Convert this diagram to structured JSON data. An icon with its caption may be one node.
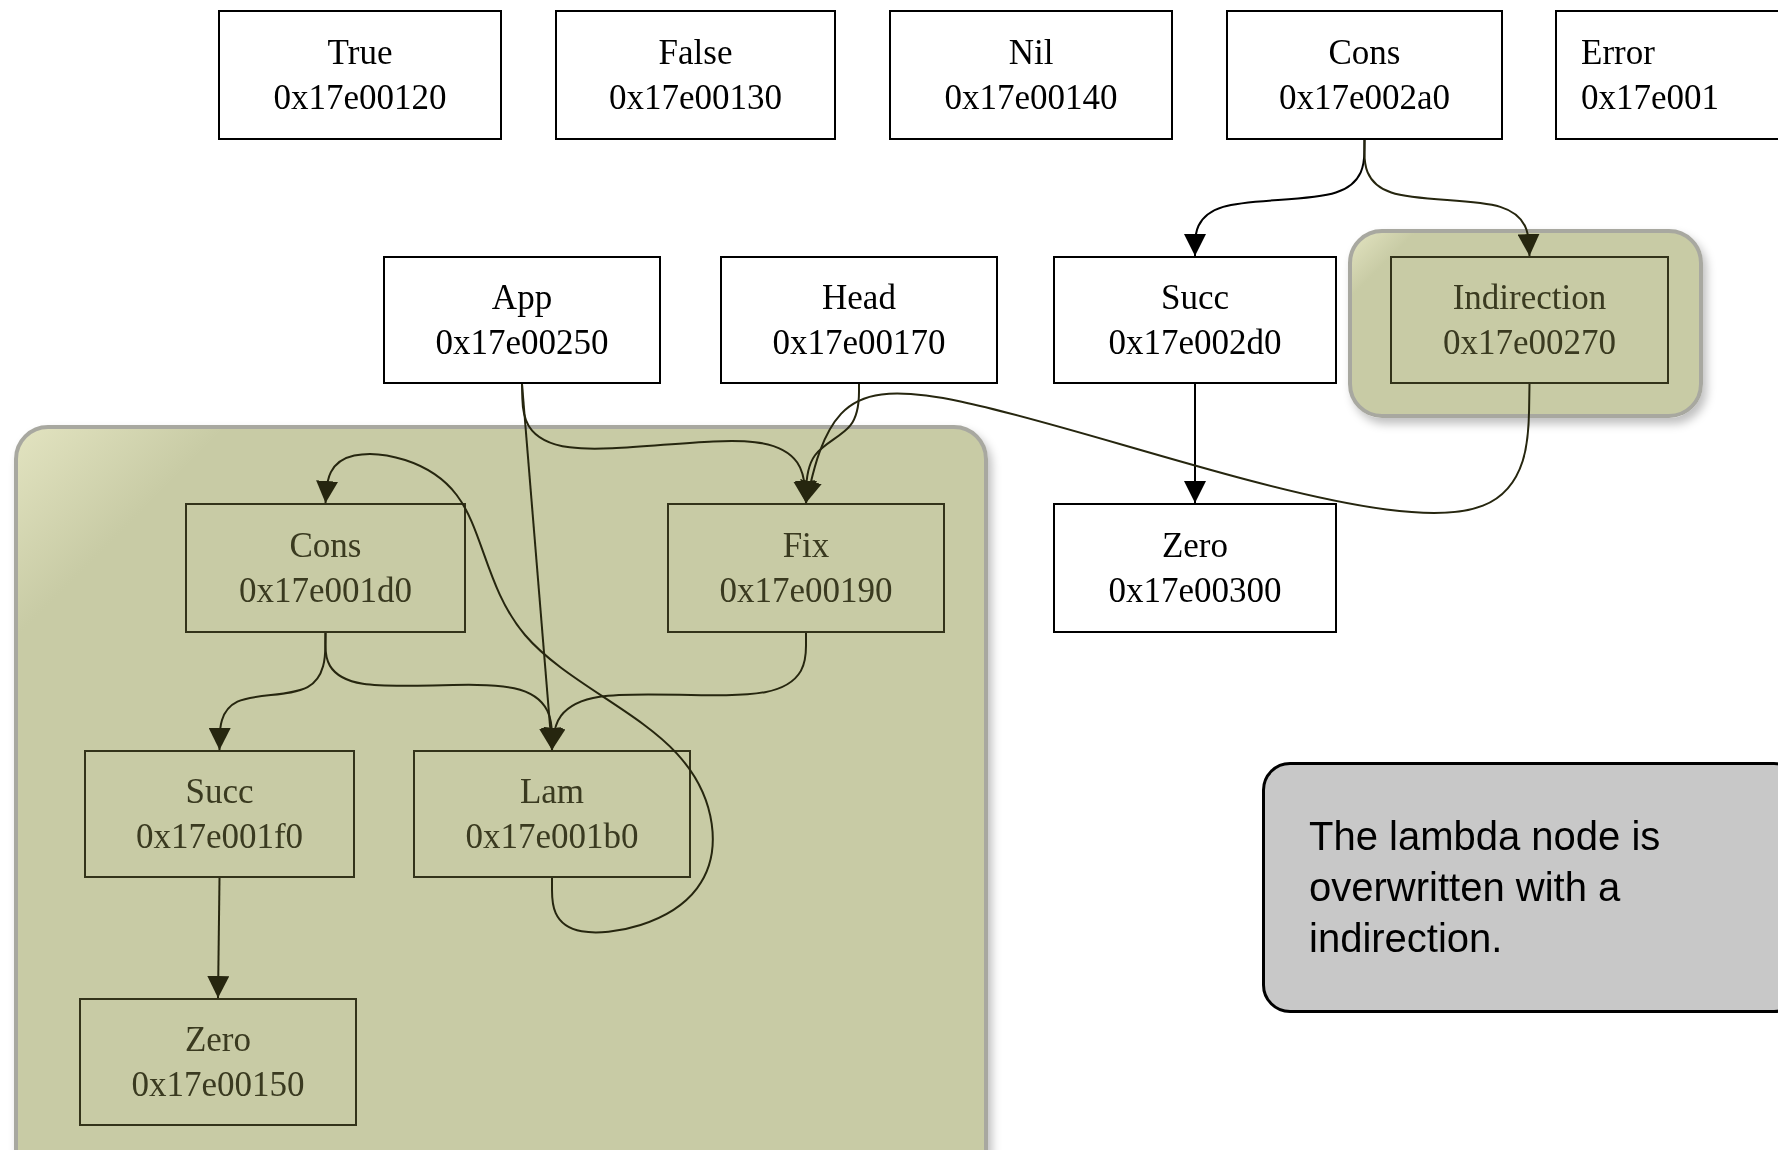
{
  "diagram": {
    "nodes": [
      {
        "text": [
          "True",
          "0x17e00120"
        ]
      },
      {
        "text": [
          "False",
          "0x17e00130"
        ]
      },
      {
        "text": [
          "Nil",
          "0x17e00140"
        ]
      },
      {
        "text": [
          "Cons",
          "0x17e002a0"
        ]
      },
      {
        "text": [
          "Error",
          "0x17e001"
        ]
      },
      {
        "text": [
          "App",
          "0x17e00250"
        ]
      },
      {
        "text": [
          "Head",
          "0x17e00170"
        ]
      },
      {
        "text": [
          "Succ",
          "0x17e002d0"
        ]
      },
      {
        "text": [],
        "shape": "box"
      },
      {
        "text": [
          "Indirection",
          "0x17e00270"
        ],
        "in": 8
      },
      {
        "text": [],
        "shape": "box"
      },
      {
        "text": [
          "Cons",
          "0x17e001d0"
        ],
        "in": 10
      },
      {
        "text": [
          "Fix",
          "0x17e00190"
        ],
        "in": 10
      },
      {
        "text": [
          "Zero",
          "0x17e00300"
        ]
      },
      {
        "text": [
          "Succ",
          "0x17e001f0"
        ],
        "in": 10
      },
      {
        "text": [
          "Lam",
          "0x17e001b0"
        ],
        "in": 10
      },
      {
        "text": [
          "Zero",
          "0x17e00150"
        ],
        "in": 10
      },
      {
        "text": [
          "The lambda node is overwritten with a indirection."
        ]
      }
    ],
    "edges": [
      {
        "from": 3,
        "to": 7,
        "arrow": "to"
      },
      {
        "from": 3,
        "to": 9,
        "arrow": "to"
      },
      {
        "from": 7,
        "to": 13,
        "arrow": "to"
      },
      {
        "from": 9,
        "to": 12,
        "arrow": "to"
      },
      {
        "from": 6,
        "to": 12,
        "arrow": "to"
      },
      {
        "from": 5,
        "to": 12,
        "arrow": "to"
      },
      {
        "from": 5,
        "to": 15,
        "arrow": "to"
      },
      {
        "from": 11,
        "to": 14,
        "arrow": "to"
      },
      {
        "from": 11,
        "to": 15,
        "arrow": "to"
      },
      {
        "from": 12,
        "to": 15,
        "arrow": "to"
      },
      {
        "from": 15,
        "to": 11,
        "arrow": "to"
      },
      {
        "from": 14,
        "to": 16,
        "arrow": "to"
      }
    ]
  }
}
